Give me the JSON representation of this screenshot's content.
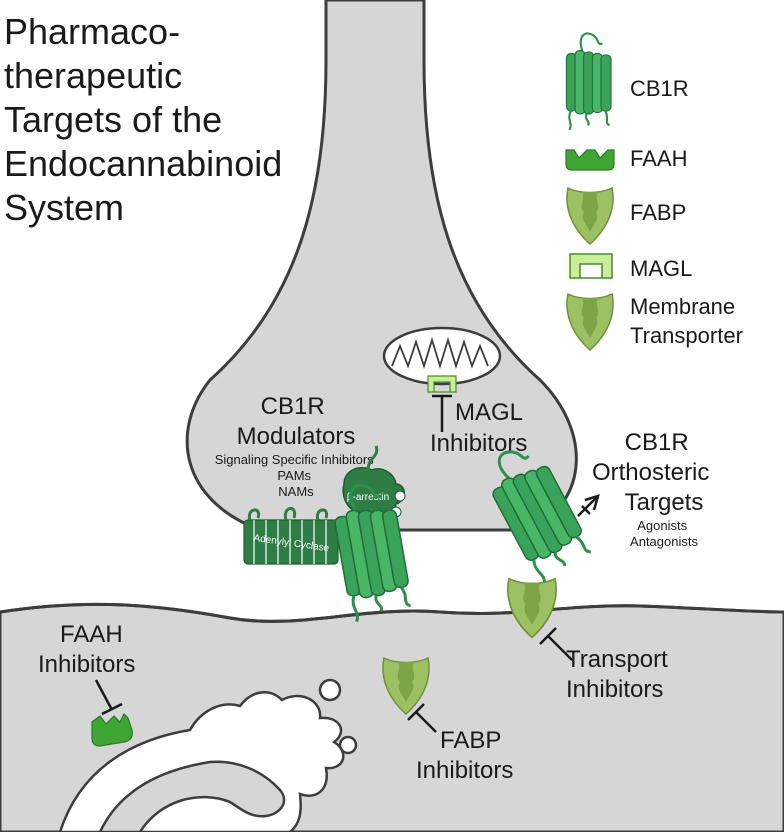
{
  "title": [
    "Pharmaco-",
    "therapeutic",
    "Targets of the",
    "Endocannabinoid",
    "System"
  ],
  "legend": {
    "cb1r": "CB1R",
    "faah": "FAAH",
    "fabp": "FABP",
    "magl": "MAGL",
    "membrane_transporter": [
      "Membrane",
      "Transporter"
    ]
  },
  "labels": {
    "magl_inhibitors": [
      "MAGL",
      "Inhibitors"
    ],
    "cb1r_modulators": [
      "CB1R",
      "Modulators"
    ],
    "modulator_types": [
      "Signaling Specific Inhibitors",
      "PAMs",
      "NAMs"
    ],
    "orthosteric": [
      "CB1R",
      "Orthosteric",
      "Targets"
    ],
    "orthosteric_types": [
      "Agonists",
      "Antagonists"
    ],
    "transport_inhibitors": [
      "Transport",
      "Inhibitors"
    ],
    "faah_inhibitors": [
      "FAAH",
      "Inhibitors"
    ],
    "fabp_inhibitors": [
      "FABP",
      "Inhibitors"
    ],
    "beta_arrestin": "β-arrestin",
    "adenylyl_cyclase": "Adenylyl Cyclase"
  },
  "colors": {
    "membrane_fill": "#d6d6d6",
    "membrane_stroke": "#3d3d3d",
    "receptor_green": "#3aa35a",
    "receptor_dark": "#1f6e36",
    "faah_green": "#3fa535",
    "fabp_green": "#9cc162",
    "magl_green": "#c8ee9a",
    "arrestin_green": "#2e7d45"
  }
}
